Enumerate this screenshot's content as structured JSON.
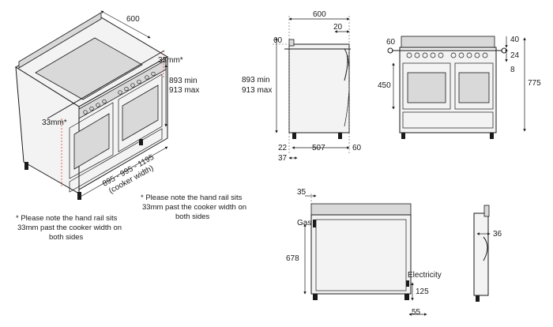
{
  "iso": {
    "width": "600",
    "rail_right": "33mm*",
    "rail_left": "33mm*",
    "height_min": "893 min",
    "height_max": "913 max",
    "cooker_width": "895 - 995 - 1195",
    "cooker_width_note": "(cooker width)"
  },
  "notes": {
    "left": [
      "* Please note the hand rail sits",
      "33mm past the cooker width on",
      "both sides"
    ],
    "right": [
      "* Please note the hand rail sits",
      "33mm past the cooker width on",
      "both sides"
    ]
  },
  "side": {
    "depth": "600",
    "rail_offset": "20",
    "top": "60",
    "height_min": "893 min",
    "height_max": "913 max",
    "foot_front": "22",
    "foot_depth": "37",
    "base_depth": "507",
    "foot_back": "60"
  },
  "front": {
    "splash": "40",
    "top": "60",
    "rail_height": "24",
    "rail_drop": "8",
    "oven_height": "450",
    "total_height": "775"
  },
  "back": {
    "offset": "35",
    "gas_label": "Gas",
    "gas_height": "678",
    "electricity_label": "Electricity",
    "elec_height": "125",
    "elec_side": "55"
  },
  "rail": {
    "depth": "36"
  }
}
